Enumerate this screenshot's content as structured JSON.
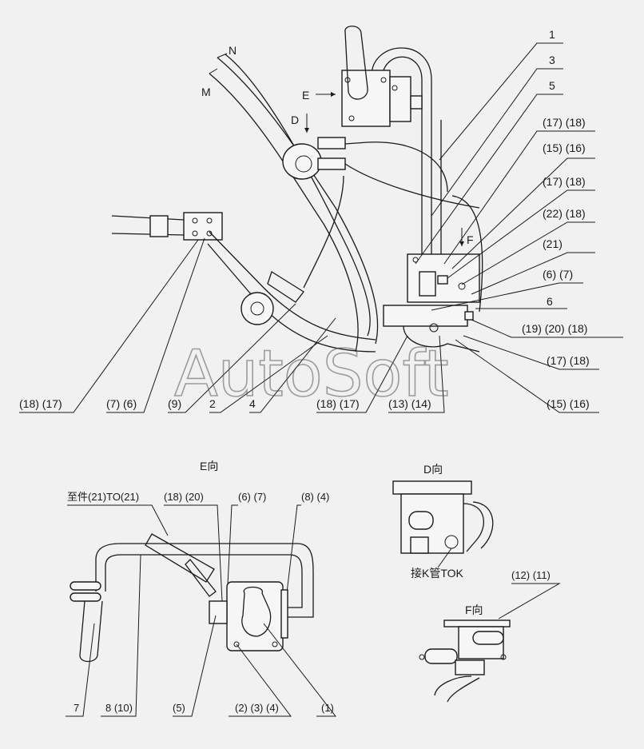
{
  "watermark": "AutoSoft",
  "view_labels": {
    "e_view": "E向",
    "d_view": "D向",
    "f_view": "F向",
    "arrow_e": "E",
    "arrow_d": "D",
    "arrow_f": "F",
    "hose_n": "N",
    "hose_m": "M"
  },
  "main_callouts_right": [
    "1",
    "3",
    "5",
    "(17) (18)",
    "(15) (16)",
    "(17) (18)",
    "(22) (18)",
    "(21)",
    "(6) (7)",
    "6",
    "(19) (20) (18)",
    "(17) (18)",
    "(15) (16)"
  ],
  "main_callouts_bottom": [
    "(18) (17)",
    "(7) (6)",
    "(9)",
    "2",
    "4",
    "(18) (17)",
    "(13) (14)"
  ],
  "e_view_callouts_top": [
    "至件(21)TO(21)",
    "(18) (20)",
    "(6) (7)",
    "(8) (4)"
  ],
  "e_view_callouts_bottom": [
    "7",
    "8 (10)",
    "(5)",
    "(2) (3) (4)",
    "(1)"
  ],
  "d_view_note": "接K管TOK",
  "f_view_callout": "(12) (11)"
}
